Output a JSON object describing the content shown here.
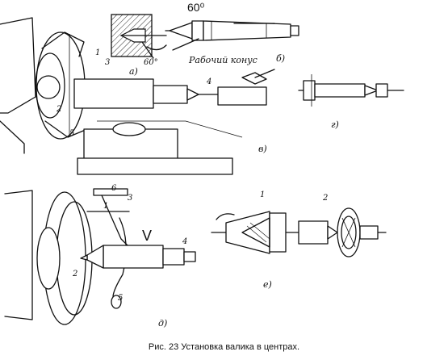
{
  "top_angle": "60⁰",
  "labels": {
    "a_angle": "60°",
    "working_cone": "Рабочий конус",
    "sub_a": "а)",
    "sub_b": "б)",
    "sub_v": "в)",
    "sub_g": "г)",
    "sub_d": "д)",
    "sub_e": "е)",
    "big_v": "V",
    "n1": "1",
    "n2": "2",
    "n3": "3",
    "n4": "4",
    "n5": "5",
    "n6": "6"
  },
  "caption": "Рис. 23 Установка валика в центрах."
}
